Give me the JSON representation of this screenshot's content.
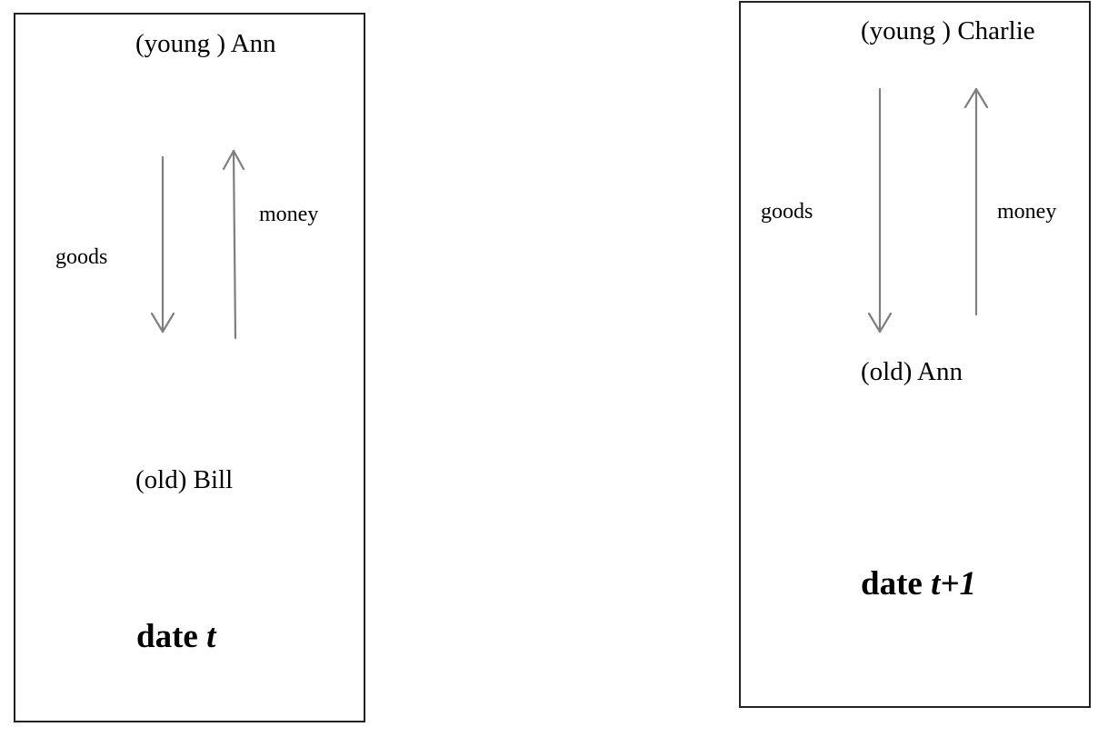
{
  "panels": [
    {
      "top_person": "(young ) Ann",
      "bottom_person": "(old) Bill",
      "goods_label": "goods",
      "money_label": "money",
      "date_word": "date",
      "date_var": "t"
    },
    {
      "top_person": "(young ) Charlie",
      "bottom_person": "(old) Ann",
      "goods_label": "goods",
      "money_label": "money",
      "date_word": "date",
      "date_var": "t+1"
    }
  ],
  "colors": {
    "arrow": "#7f7f7f",
    "border": "#222222",
    "text": "#000000"
  }
}
